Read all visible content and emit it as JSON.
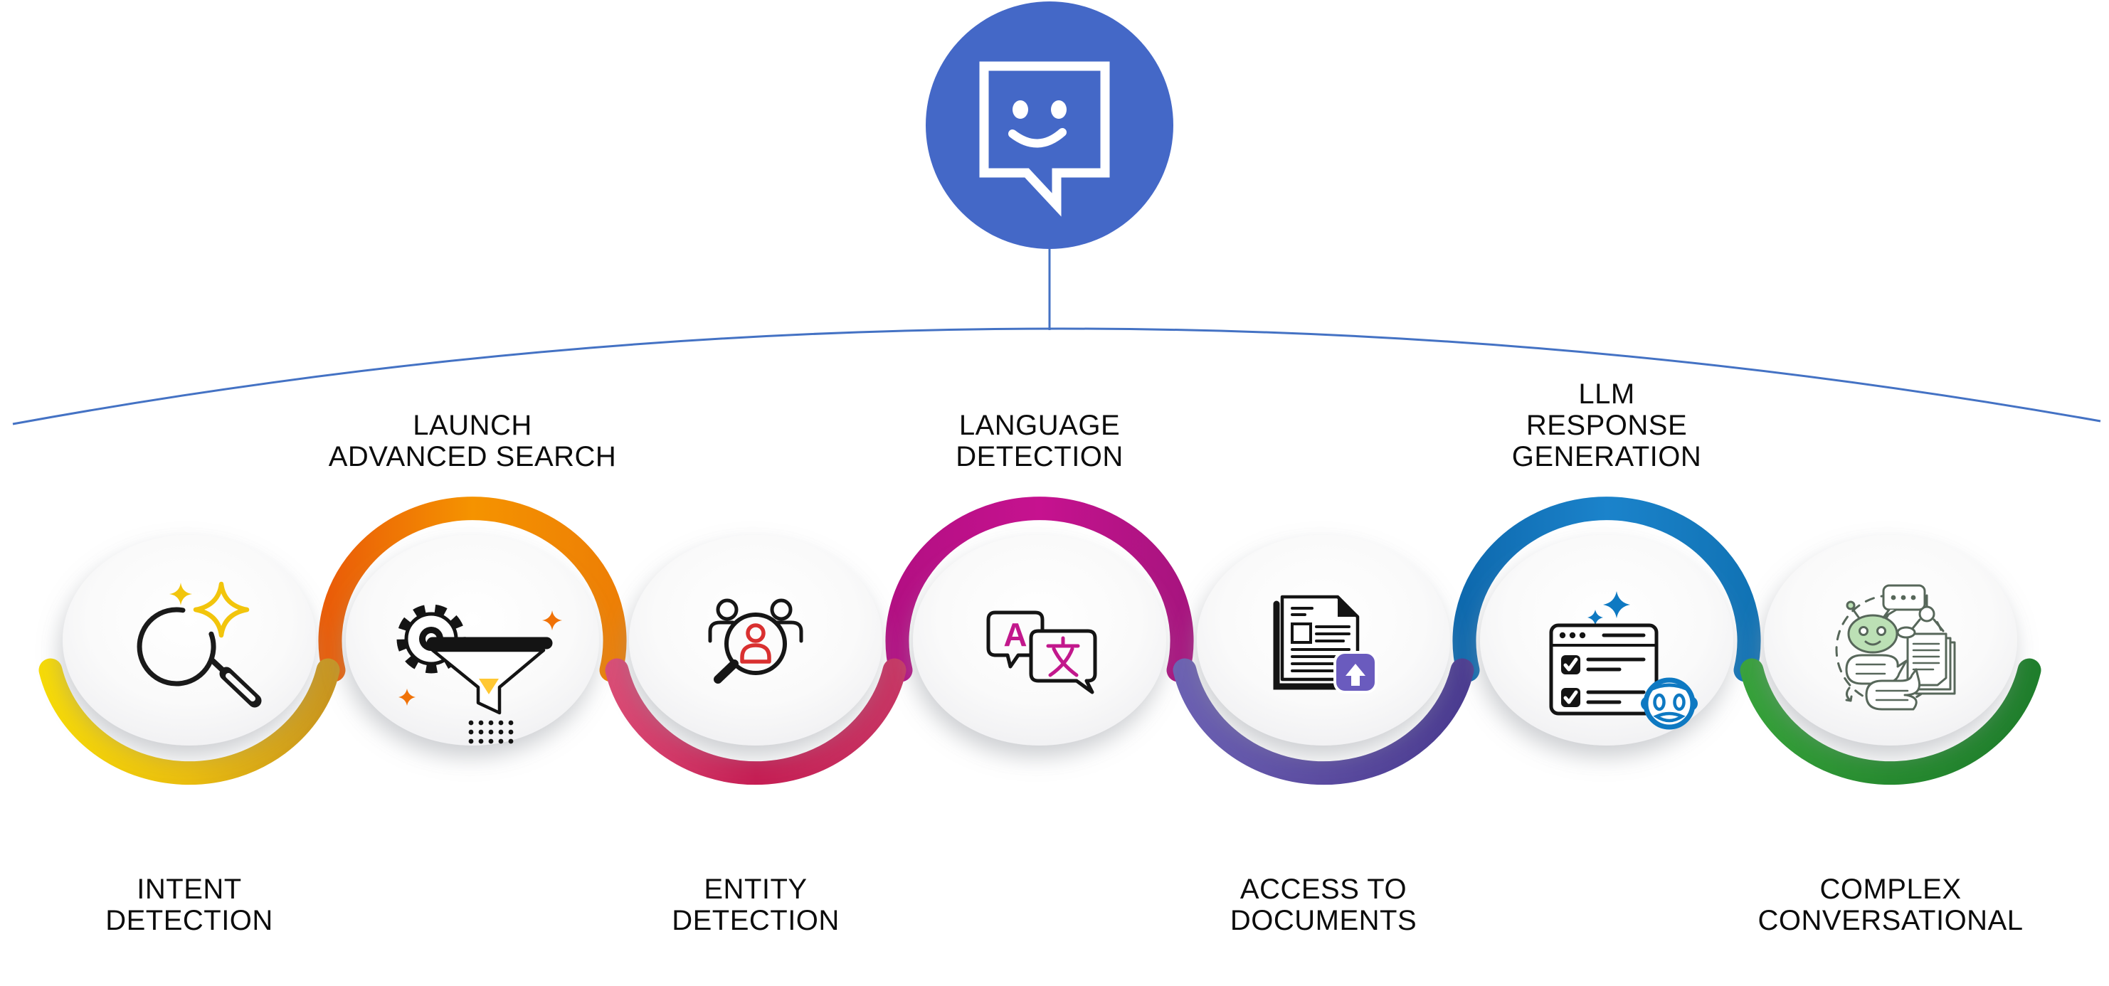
{
  "root": {
    "icon": "chat-smiley-icon",
    "color": "#4468C7",
    "bubble_color": "#ffffff"
  },
  "connector": {
    "color": "#4472C4"
  },
  "label_color": "#0c0c0c",
  "nodes": [
    {
      "id": "intent-detection",
      "label_lines": [
        "INTENT",
        "DETECTION"
      ],
      "label_position": "below",
      "arc_gradient": [
        "#F6DA06",
        "#E9BC0E",
        "#C8951F"
      ],
      "accent": "#F2C50C",
      "icon": "sparkle-magnifier-icon"
    },
    {
      "id": "launch-advanced-search",
      "label_lines": [
        "LAUNCH",
        "ADVANCED SEARCH"
      ],
      "label_position": "above",
      "arc_gradient": [
        "#EA5D08",
        "#F59300",
        "#ED7F05"
      ],
      "accent": "#F07207",
      "icon": "gear-funnel-icon"
    },
    {
      "id": "entity-detection",
      "label_lines": [
        "ENTITY",
        "DETECTION"
      ],
      "label_position": "below",
      "arc_gradient": [
        "#DA4A74",
        "#C51D53",
        "#C73563"
      ],
      "accent": "#D93030",
      "icon": "people-magnifier-icon"
    },
    {
      "id": "language-detection",
      "label_lines": [
        "LANGUAGE",
        "DETECTION"
      ],
      "label_position": "above",
      "arc_gradient": [
        "#B30F83",
        "#C6128F",
        "#A8147F"
      ],
      "accent": "#C2188C",
      "icon": "translate-bubbles-icon"
    },
    {
      "id": "access-to-documents",
      "label_lines": [
        "ACCESS TO",
        "DOCUMENTS"
      ],
      "label_position": "below",
      "arc_gradient": [
        "#6A5FB2",
        "#5A4BA0",
        "#4A3B90"
      ],
      "accent": "#6A5BBE",
      "icon": "document-upload-icon"
    },
    {
      "id": "llm-response-generation",
      "label_lines": [
        "LLM",
        "RESPONSE",
        "GENERATION"
      ],
      "label_position": "above",
      "arc_gradient": [
        "#0E69AE",
        "#1B83CB",
        "#1173B5"
      ],
      "accent": "#0E79C2",
      "icon": "browser-checklist-robot-icon"
    },
    {
      "id": "complex-conversational",
      "label_lines": [
        "COMPLEX",
        "CONVERSATIONAL"
      ],
      "label_position": "below",
      "arc_gradient": [
        "#35A139",
        "#268A2F",
        "#1F7E2C"
      ],
      "accent": "#BCE0B5",
      "icon": "chatbot-conversation-icon"
    }
  ]
}
